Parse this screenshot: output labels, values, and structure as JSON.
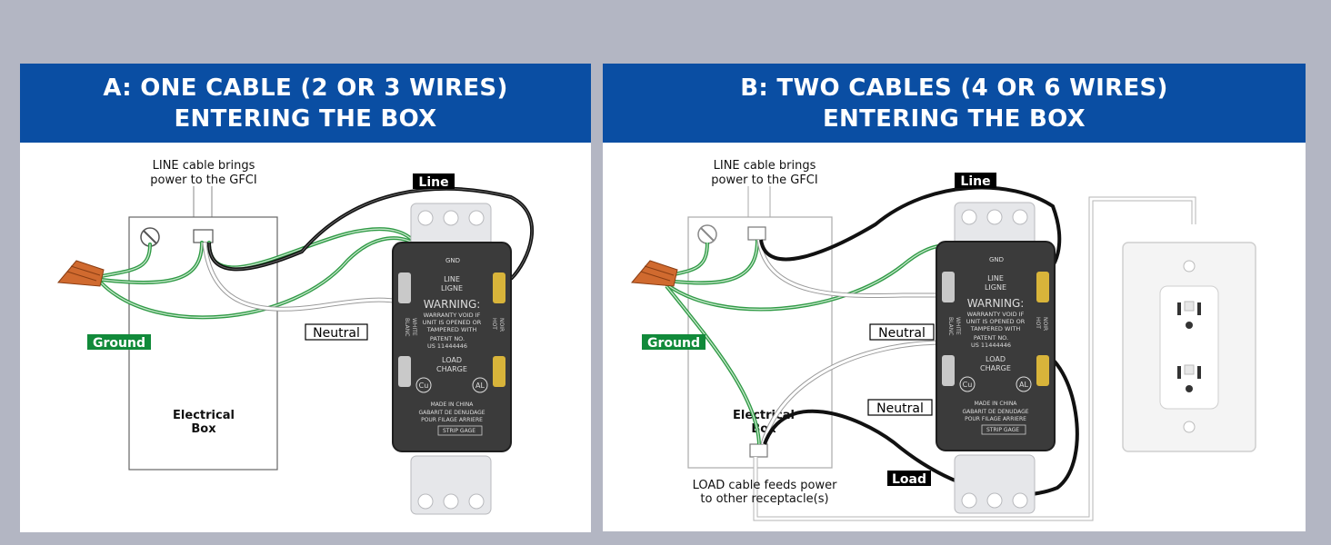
{
  "panel_a": {
    "title_line1": "A: ONE CABLE (2 OR 3 WIRES)",
    "title_line2": "ENTERING THE BOX",
    "line_cable_note_1": "LINE cable brings",
    "line_cable_note_2": "power to the GFCI",
    "tag_line": "Line",
    "tag_neutral": "Neutral",
    "tag_ground": "Ground",
    "box_label_1": "Electrical",
    "box_label_2": "Box"
  },
  "panel_b": {
    "title_line1": "B: TWO CABLES (4 OR 6 WIRES)",
    "title_line2": "ENTERING THE BOX",
    "line_cable_note_1": "LINE cable brings",
    "line_cable_note_2": "power to the GFCI",
    "tag_line": "Line",
    "tag_neutral_top": "Neutral",
    "tag_neutral_bottom": "Neutral",
    "tag_load": "Load",
    "tag_ground": "Ground",
    "box_label_1": "Electrical",
    "box_label_2": "Box",
    "load_cable_note_1": "LOAD cable feeds power",
    "load_cable_note_2": "to other receptacle(s)"
  },
  "gfci": {
    "gnd": "GND",
    "line_en": "LINE",
    "line_fr": "LIGNE",
    "warning": "WARNING:",
    "warn_1": "WARRANTY VOID IF",
    "warn_2": "UNIT IS OPENED OR",
    "warn_3": "TAMPERED WITH",
    "patent_1": "PATENT NO.",
    "patent_2": "US 11444446",
    "white": "WHITE",
    "blanc": "BLANC",
    "hot": "HOT",
    "noir": "NOIR",
    "load_en": "LOAD",
    "load_fr": "CHARGE",
    "cu": "Cu",
    "al": "AL",
    "made_in": "MADE IN CHINA",
    "gabarit_1": "GABARIT DE DENUDAGE",
    "gabarit_2": "POUR FILAGE ARRIERE",
    "strip_gage": "STRIP GAGE"
  },
  "colors": {
    "header_blue": "#0a4ea3",
    "background": "#b3b6c3",
    "ground_green": "#2f9a45",
    "wire_black": "#111111",
    "tag_green": "#118a3a",
    "connector_orange": "#d06a2f"
  }
}
